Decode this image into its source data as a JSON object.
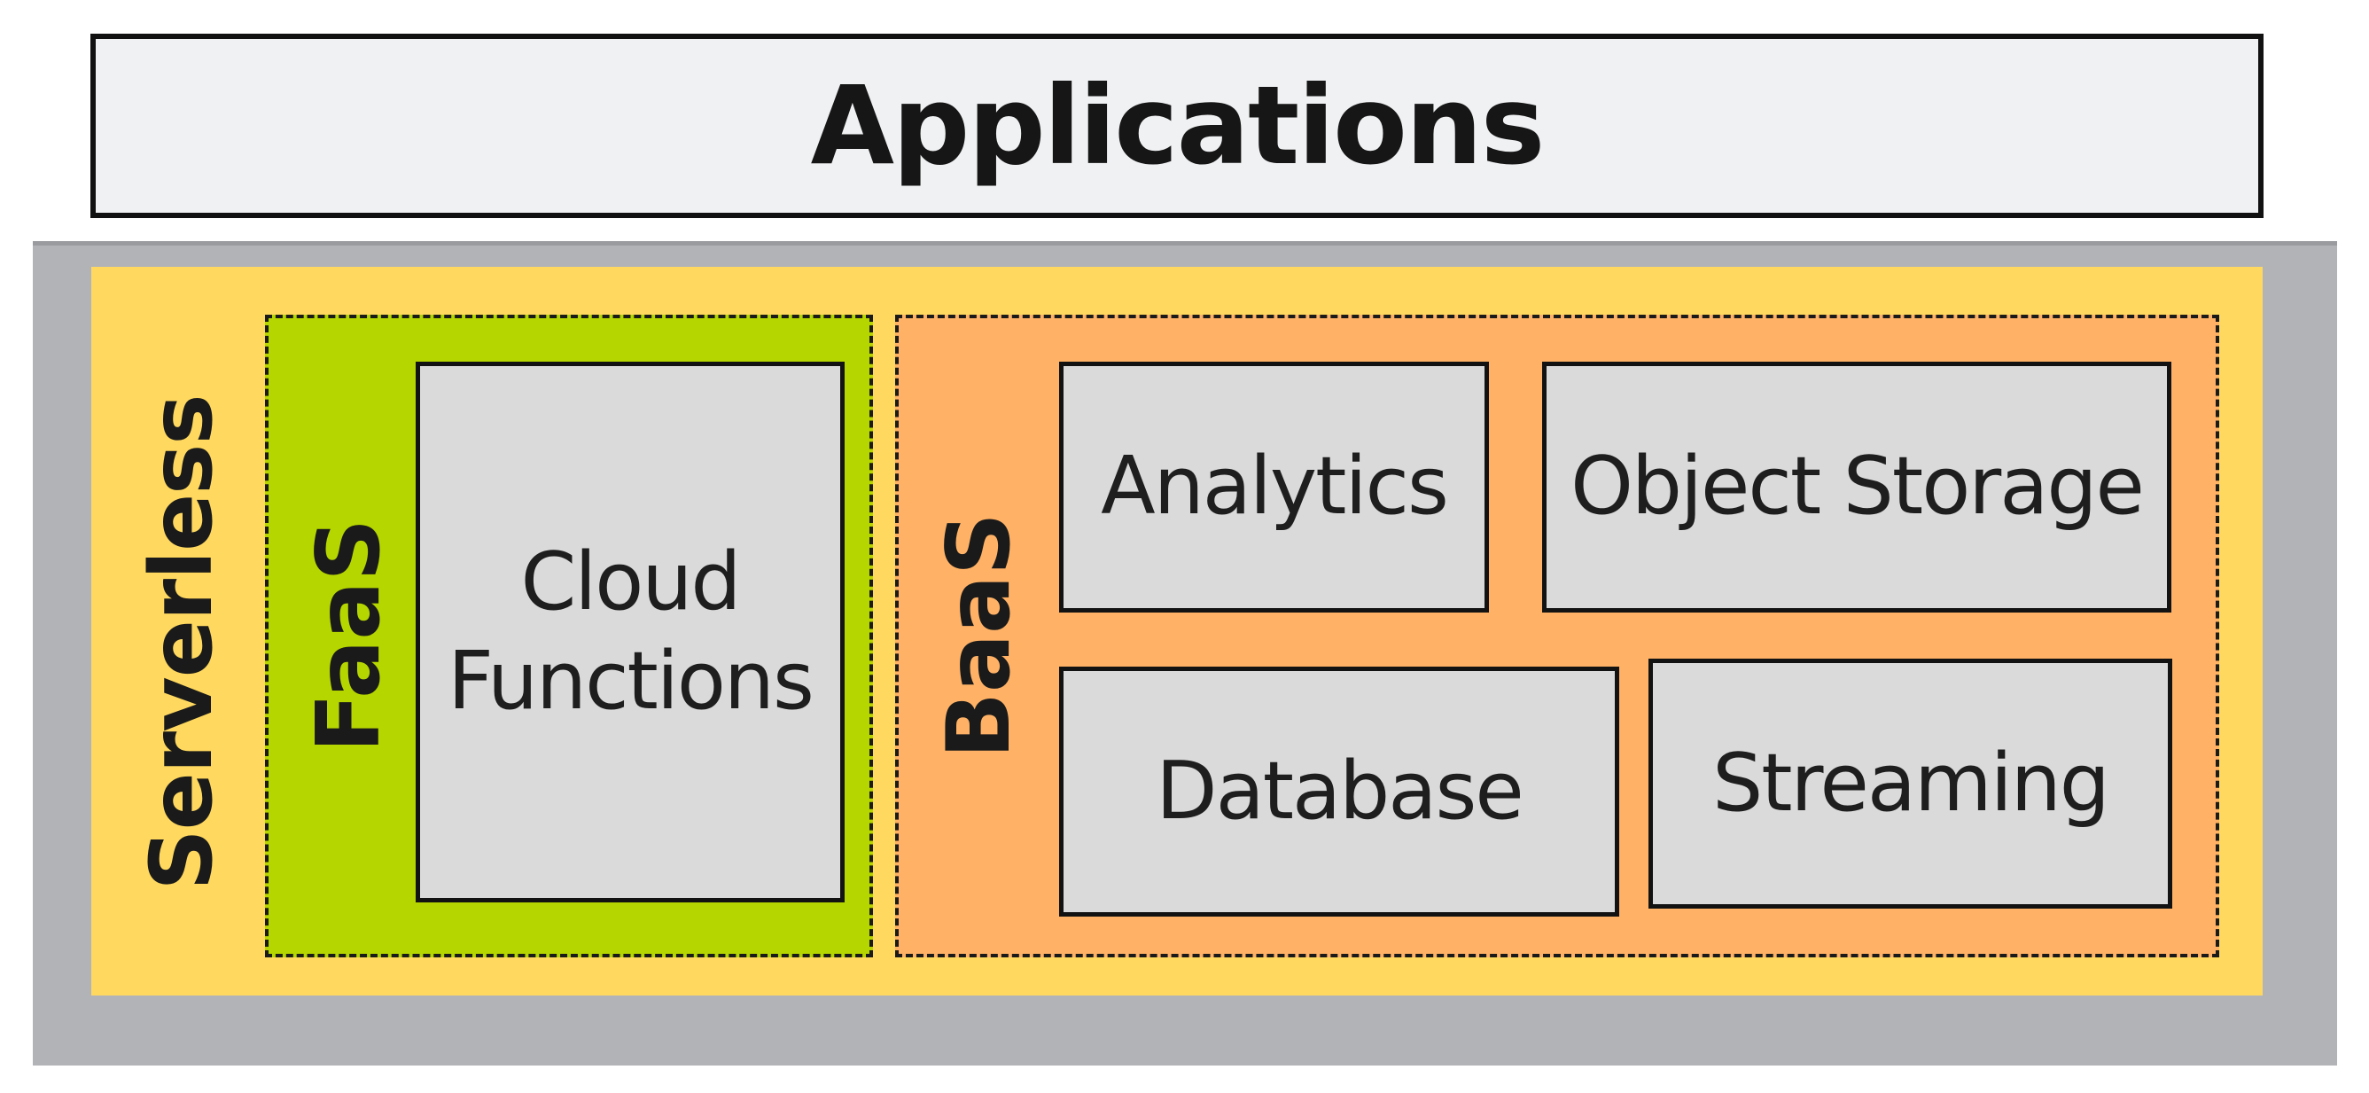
{
  "diagram": {
    "applications": {
      "label": "Applications"
    },
    "serverless": {
      "label": "Serverless"
    },
    "faas": {
      "label": "FaaS",
      "services": [
        {
          "line1": "Cloud",
          "line2": "Functions"
        }
      ]
    },
    "baas": {
      "label": "BaaS",
      "services": [
        {
          "label": "Analytics"
        },
        {
          "label": "Object Storage"
        },
        {
          "label": "Database"
        },
        {
          "label": "Streaming"
        }
      ]
    }
  },
  "colors": {
    "applications_fill": "#f0f1f3",
    "platform_band": "#b2b3b7",
    "serverless_fill": "#ffd95f",
    "faas_fill": "#b6d600",
    "baas_fill": "#ffb266",
    "service_fill": "#dadada",
    "border": "#121212"
  }
}
